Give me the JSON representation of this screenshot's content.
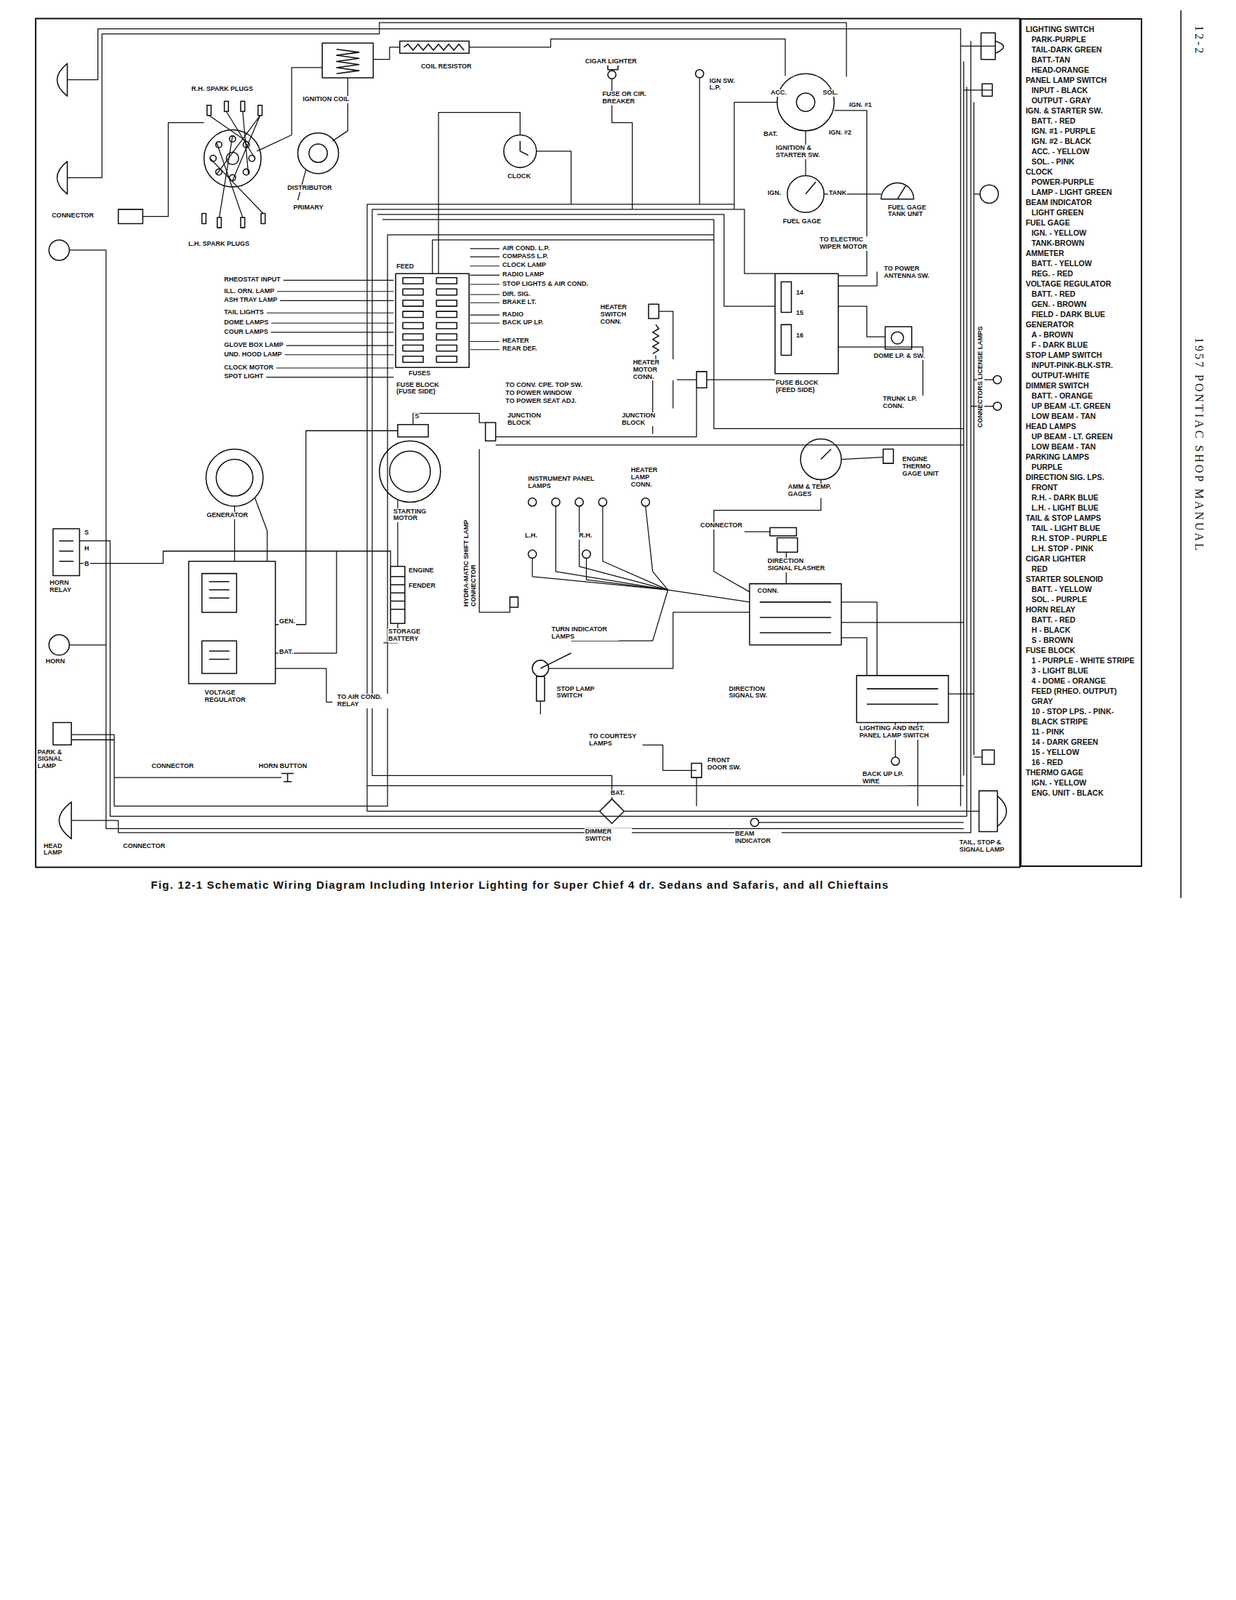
{
  "diagram": {
    "caption": "Fig. 12-1 Schematic Wiring Diagram Including Interior Lighting for Super Chief 4 dr. Sedans and Safaris, and all Chieftains",
    "nodes": [
      {
        "text": [
          "LIGHTING SWITCH",
          "PARK-PURPLE",
          "TAIL-DARK GREEN",
          "BATT.-TAN",
          "HEAD-ORANGE",
          "PANEL LAMP SWITCH",
          "INPUT - BLACK",
          "OUTPUT - GRAY",
          "IGN. & STARTER SW.",
          "BATT. - RED",
          "IGN. #1 - PURPLE",
          "IGN. #2 - BLACK",
          "ACC. - YELLOW",
          "SOL. - PINK",
          "CLOCK",
          "POWER-PURPLE",
          "LAMP - LIGHT GREEN",
          "BEAM INDICATOR",
          "LIGHT GREEN",
          "FUEL GAGE",
          "IGN. - YELLOW",
          "TANK-BROWN",
          "AMMETER",
          "BATT. - YELLOW",
          "REG. - RED",
          "VOLTAGE REGULATOR",
          "BATT. - RED",
          "GEN. - BROWN",
          "FIELD - DARK BLUE",
          "GENERATOR",
          "A - BROWN",
          "F - DARK BLUE",
          "STOP LAMP SWITCH",
          "INPUT-PINK-BLK-STR.",
          "OUTPUT-WHITE",
          "DIMMER SWITCH",
          "BATT. - ORANGE",
          "UP BEAM -LT. GREEN",
          "LOW BEAM - TAN",
          "HEAD LAMPS",
          "UP BEAM - LT. GREEN",
          "LOW BEAM - TAN",
          "PARKING LAMPS",
          "PURPLE",
          "DIRECTION SIG. LPS.",
          "FRONT",
          "R.H. - DARK BLUE",
          "L.H. - LIGHT BLUE",
          "TAIL & STOP LAMPS",
          "TAIL - LIGHT BLUE",
          "R.H. STOP - PURPLE",
          "L.H. STOP - PINK",
          "CIGAR LIGHTER",
          "RED",
          "STARTER SOLENOID",
          "BATT. - YELLOW",
          "SOL. - PURPLE",
          "HORN RELAY",
          "BATT. - RED",
          "H - BLACK",
          "S - BROWN",
          "FUSE BLOCK",
          "1 - PURPLE - WHITE STRIPE",
          "3 - LIGHT BLUE",
          "4 - DOME - ORANGE",
          "FEED (RHEO. OUTPUT) GRAY",
          "10 - STOP LPS. - PINK- BLACK STRIPE",
          "11 - PINK",
          "14 - DARK GREEN",
          "15 - YELLOW",
          "16 - RED",
          "THERMO GAGE",
          "IGN. - YELLOW",
          "ENG. UNIT - BLACK"
        ]
      }
    ],
    "labels": [
      "12-2",
      "1957 PONTIAC SHOP MANUAL",
      "R.H. SPARK PLUGS",
      "COIL RESISTOR",
      "IGNITION COIL",
      "DISTRIBUTOR",
      "PRIMARY",
      "CONNECTOR",
      "L.H. SPARK PLUGS",
      "CIGAR LIGHTER",
      "FUSE OR CIR. BREAKER",
      "IGN SW. L.P.",
      "ACC.",
      "SOL.",
      "IGN. #1",
      "BAT.",
      "IGN. #2",
      "IGNITION & STARTER SW.",
      "CLOCK",
      "IGN.",
      "TANK",
      "FUEL GAGE",
      "FUEL GAGE TANK UNIT",
      "TO ELECTRIC WIPER MOTOR",
      "TO POWER ANTENNA SW.",
      "RHEOSTAT INPUT",
      "ILL. ORN. LAMP",
      "ASH TRAY LAMP",
      "TAIL LIGHTS",
      "DOME LAMPS",
      "COUR LAMPS",
      "GLOVE BOX LAMP",
      "UND. HOOD LAMP",
      "CLOCK MOTOR",
      "SPOT LIGHT",
      "FEED",
      "AIR COND. L.P.",
      "COMPASS L.P.",
      "CLOCK LAMP",
      "RADIO LAMP",
      "STOP LIGHTS & AIR COND.",
      "DIR. SIG.",
      "BRAKE LT.",
      "RADIO",
      "BACK UP LP.",
      "HEATER",
      "REAR DEF.",
      "FUSES",
      "FUSE BLOCK (FUSE SIDE)",
      "HEATER SWITCH CONN.",
      "HEATER MOTOR CONN.",
      "FUSE BLOCK (FEED SIDE)",
      "14",
      "15",
      "16",
      "DOME LP. & SW.",
      "TRUNK LP. CONN.",
      "TO CONV. CPE. TOP SW.",
      "TO POWER WINDOW",
      "TO POWER SEAT ADJ.",
      "JUNCTION BLOCK",
      "JUNCTION BLOCK",
      "S",
      "GENERATOR",
      "STARTING MOTOR",
      "HYDRA-MATIC SHIFT LAMP CONNECTOR",
      "INSTRUMENT PANEL LAMPS",
      "L.H.",
      "R.H.",
      "HEATER LAMP CONN.",
      "AMM & TEMP. GAGES",
      "ENGINE THERMO GAGE UNIT",
      "CONNECTOR",
      "DIRECTION SIGNAL FLASHER",
      "CONN.",
      "ENGINE",
      "FENDER",
      "STORAGE BATTERY",
      "S",
      "H",
      "B",
      "HORN RELAY",
      "HORN",
      "GEN.",
      "BAT.",
      "VOLTAGE REGULATOR",
      "TO AIR COND. RELAY",
      "TURN INDICATOR LAMPS",
      "STOP LAMP SWITCH",
      "DIRECTION SIGNAL SW.",
      "LIGHTING AND INST. PANEL LAMP SWITCH",
      "BACK UP LP. WIRE",
      "PARK & SIGNAL LAMP",
      "CONNECTOR",
      "HORN BUTTON",
      "TO COURTESY LAMPS",
      "FRONT DOOR SW.",
      "BAT.",
      "HEAD LAMP",
      "CONNECTOR",
      "DIMMER SWITCH",
      "BEAM INDICATOR",
      "TAIL, STOP & SIGNAL LAMP",
      "CONNECTORS LICENSE LAMPS"
    ]
  }
}
